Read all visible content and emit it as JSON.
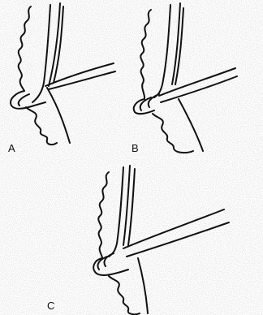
{
  "figure": {
    "panels": [
      {
        "label": "A"
      },
      {
        "label": "B"
      },
      {
        "label": "C"
      }
    ]
  },
  "colors": {
    "ink": "#111111",
    "paper": "#ffffff",
    "stipple": "#9a9a9a"
  }
}
